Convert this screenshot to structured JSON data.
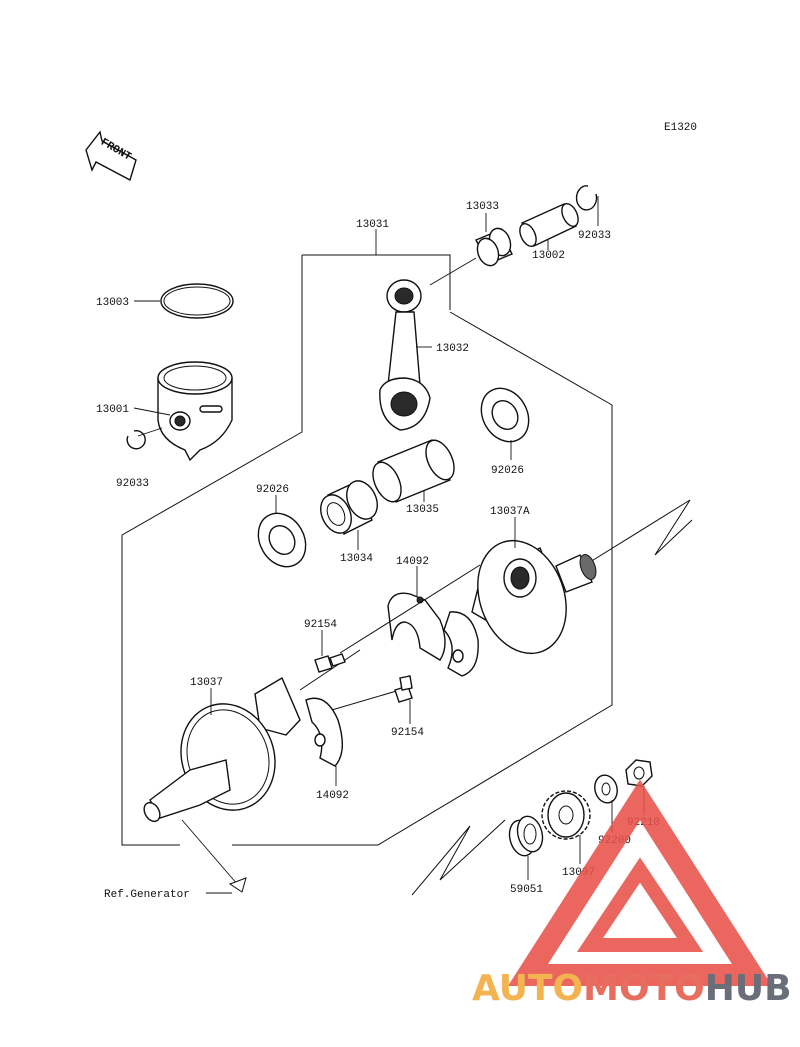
{
  "diagram_code": "E1320",
  "front_label": "FRONT",
  "ref_label": "Ref.Generator",
  "watermark": {
    "part1": "AUTO",
    "part2": "MOTO",
    "part3": "HUB",
    "colors": {
      "auto": "#f3a93a",
      "moto": "#e45a4a",
      "hub": "#555b66",
      "triangle": "#e8524a"
    }
  },
  "parts": {
    "p13031": "13031",
    "p13033": "13033",
    "p92033_top": "92033",
    "p13002": "13002",
    "p13003": "13003",
    "p13032": "13032",
    "p13001": "13001",
    "p92033_left": "92033",
    "p92026_right": "92026",
    "p92026_left": "92026",
    "p13035": "13035",
    "p13037A": "13037A",
    "p13034": "13034",
    "p14092_top": "14092",
    "p92154_top": "92154",
    "p13037": "13037",
    "p92154_bottom": "92154",
    "p14092_bottom": "14092",
    "p92210": "92210",
    "p92200": "92200",
    "p13097": "13097",
    "p59051": "59051"
  }
}
